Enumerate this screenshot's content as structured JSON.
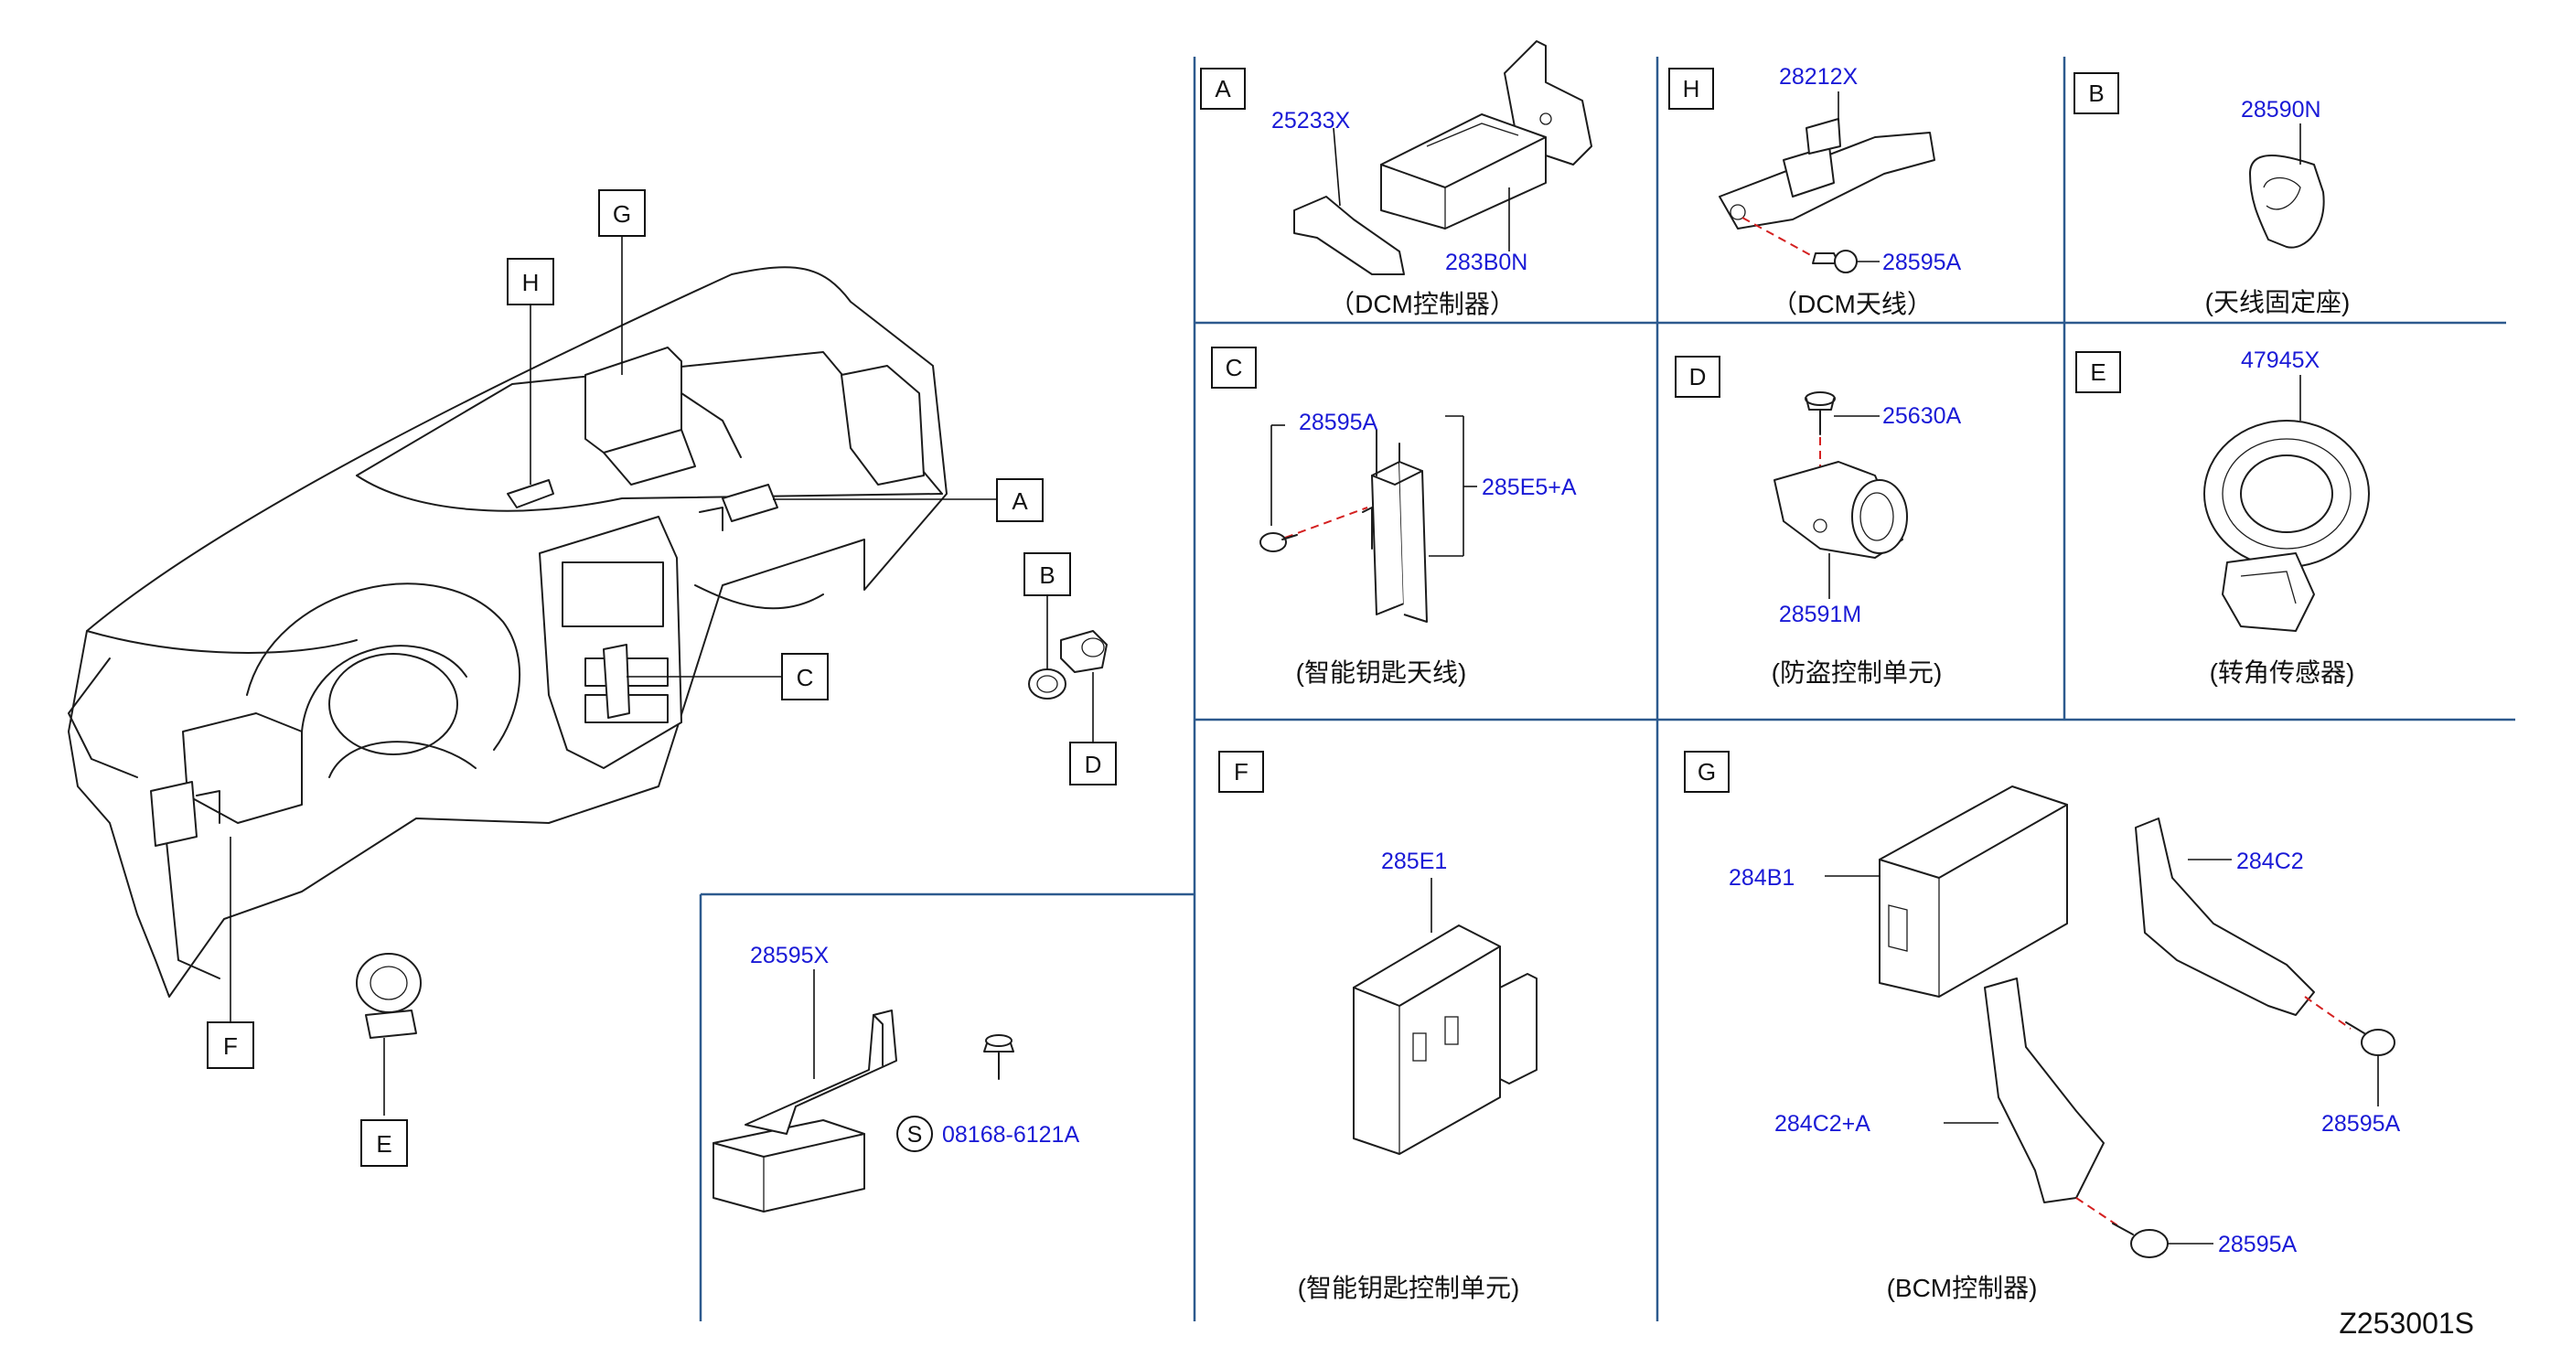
{
  "overview": {
    "callouts": [
      "G",
      "H",
      "A",
      "B",
      "C",
      "D",
      "F",
      "E"
    ]
  },
  "panels": {
    "A": {
      "letter": "A",
      "caption": "（DCM控制器）",
      "parts": [
        "25233X",
        "283B0N"
      ]
    },
    "H": {
      "letter": "H",
      "caption": "（DCM天线）",
      "parts": [
        "28212X",
        "28595A"
      ]
    },
    "B": {
      "letter": "B",
      "caption": "(天线固定座)",
      "parts": [
        "28590N"
      ]
    },
    "C": {
      "letter": "C",
      "caption": "(智能钥匙天线)",
      "parts": [
        "28595A",
        "285E5+A"
      ]
    },
    "D": {
      "letter": "D",
      "caption": "(防盗控制单元)",
      "parts": [
        "25630A",
        "28591M"
      ]
    },
    "E": {
      "letter": "E",
      "caption": "(转角传感器)",
      "parts": [
        "47945X"
      ]
    },
    "F": {
      "letter": "F",
      "caption": "(智能钥匙控制单元)",
      "parts": [
        "285E1"
      ]
    },
    "G": {
      "letter": "G",
      "caption": "(BCM控制器)",
      "parts": [
        "284B1",
        "284C2",
        "284C2+A",
        "28595A",
        "28595A"
      ]
    },
    "S": {
      "parts": [
        "28595X",
        "08168-6121A"
      ],
      "symbol": "S"
    }
  },
  "diagram_code": "Z253001S"
}
